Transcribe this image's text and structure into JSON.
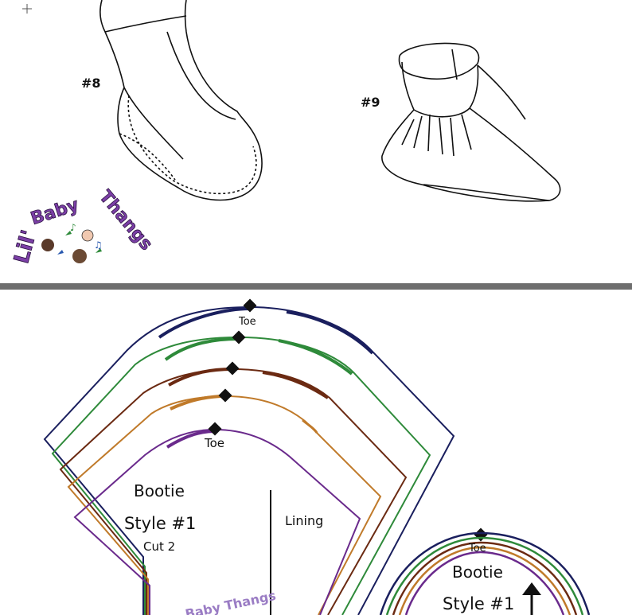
{
  "top_panel": {
    "item_8_label": "#8",
    "item_9_label": "#9",
    "logo_text": "Lil' Baby Thangs"
  },
  "pattern": {
    "toe_top": "Toe",
    "toe_inner": "Toe",
    "title_line1": "Bootie",
    "title_line2": "Style #1",
    "cut_note": "Cut 2",
    "lining_label": "Lining",
    "partial_logo_text": "Baby Thangs",
    "second_toe": "Toe",
    "second_title_line1": "Bootie",
    "second_title_line2": "Style #1"
  },
  "colors": {
    "divider": "#6e6e6e",
    "navy": "#1a1f5e",
    "green": "#2e8a3a",
    "brown": "#6b2a12",
    "orange": "#c07a2a",
    "purple": "#6a2a8c",
    "logo_purple": "#7b3fa6"
  }
}
